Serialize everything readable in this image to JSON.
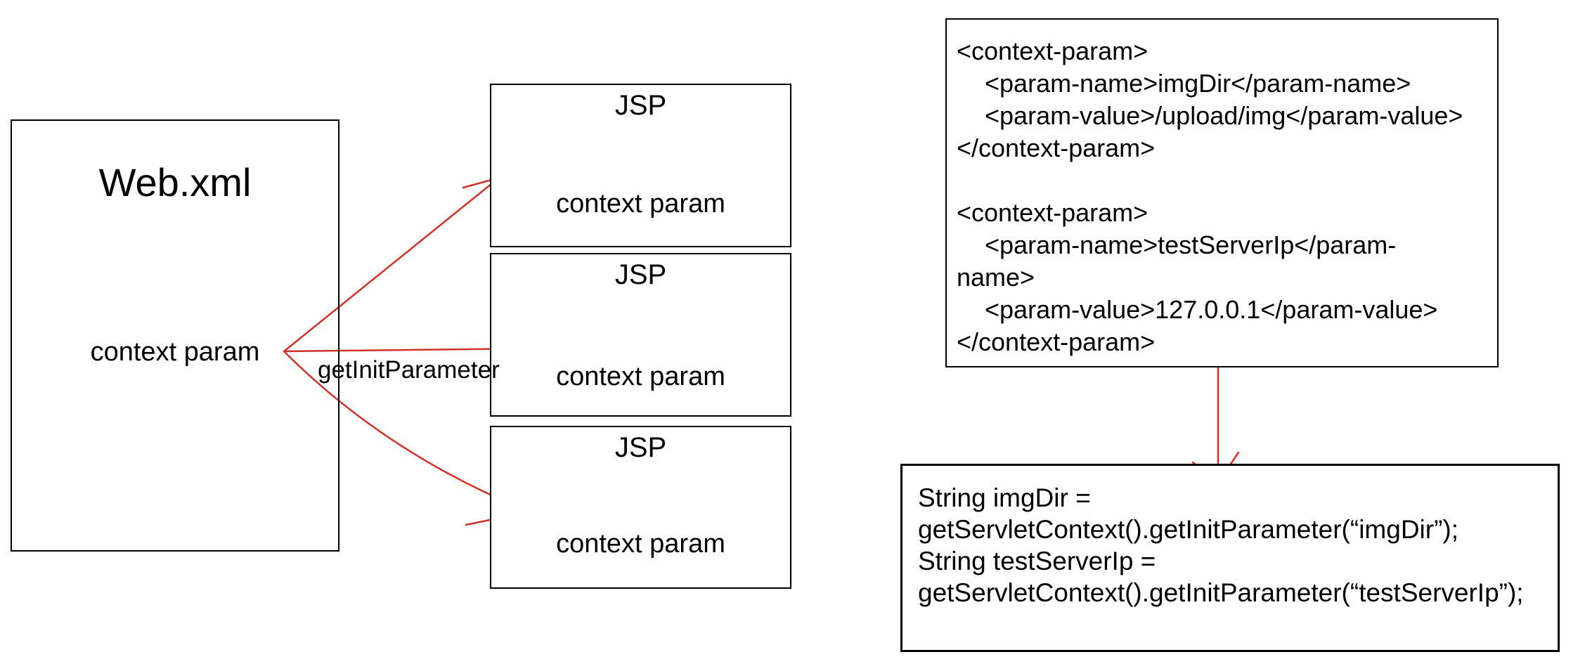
{
  "diagram": {
    "webxml_box": {
      "title": "Web.xml",
      "label": "context param"
    },
    "jsp_boxes": [
      {
        "title": "JSP",
        "label": "context param"
      },
      {
        "title": "JSP",
        "label": "context param"
      },
      {
        "title": "JSP",
        "label": "context param"
      }
    ],
    "arrow_label": "getInitParameter",
    "xml_box": {
      "code": "<context-param>\n    <param-name>imgDir</param-name>\n    <param-value>/upload/img</param-value>\n</context-param>\n\n<context-param>\n    <param-name>testServerIp</param-\nname>\n    <param-value>127.0.0.1</param-value>\n</context-param>"
    },
    "code_box": {
      "code": "String imgDir =\ngetServletContext().getInitParameter(“imgDir”);\nString testServerIp =\ngetServletContext().getInitParameter(“testServerIp”);"
    },
    "colors": {
      "arrow": "#cf3226",
      "border": "#000000",
      "text": "#000000",
      "background": "#ffffff"
    }
  }
}
